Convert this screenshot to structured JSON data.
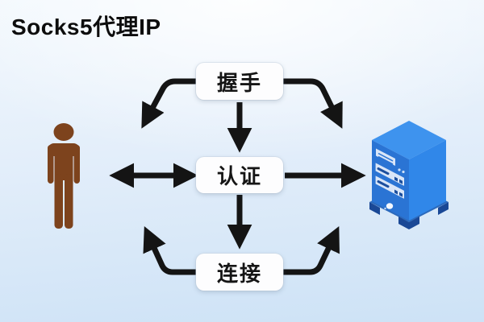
{
  "title": "Socks5代理IP",
  "flow": {
    "steps": [
      {
        "id": "handshake",
        "label": "握手"
      },
      {
        "id": "auth",
        "label": "认证"
      },
      {
        "id": "connect",
        "label": "连接"
      }
    ],
    "actors": [
      {
        "id": "client",
        "icon": "person-icon"
      },
      {
        "id": "server",
        "icon": "server-icon"
      }
    ],
    "edges": [
      {
        "from": "handshake",
        "to": "client",
        "direction": "one-way"
      },
      {
        "from": "handshake",
        "to": "server",
        "direction": "one-way"
      },
      {
        "from": "handshake",
        "to": "auth",
        "direction": "one-way"
      },
      {
        "from": "client",
        "to": "auth",
        "direction": "two-way"
      },
      {
        "from": "auth",
        "to": "server",
        "direction": "one-way"
      },
      {
        "from": "auth",
        "to": "connect",
        "direction": "one-way"
      },
      {
        "from": "connect",
        "to": "client",
        "direction": "one-way"
      },
      {
        "from": "connect",
        "to": "server",
        "direction": "one-way"
      }
    ]
  },
  "colors": {
    "background_top": "#f2f8fd",
    "background_bottom": "#cde2f6",
    "box_fill": "#fdfdfe",
    "text": "#151515",
    "arrow": "#141414",
    "person_brown": "#7d431d",
    "server_top": "#3e93ee",
    "server_front": "#2a74d4",
    "server_side": "#3087e9",
    "server_panel": "#d9e6f8",
    "server_base": "#1a4896"
  }
}
